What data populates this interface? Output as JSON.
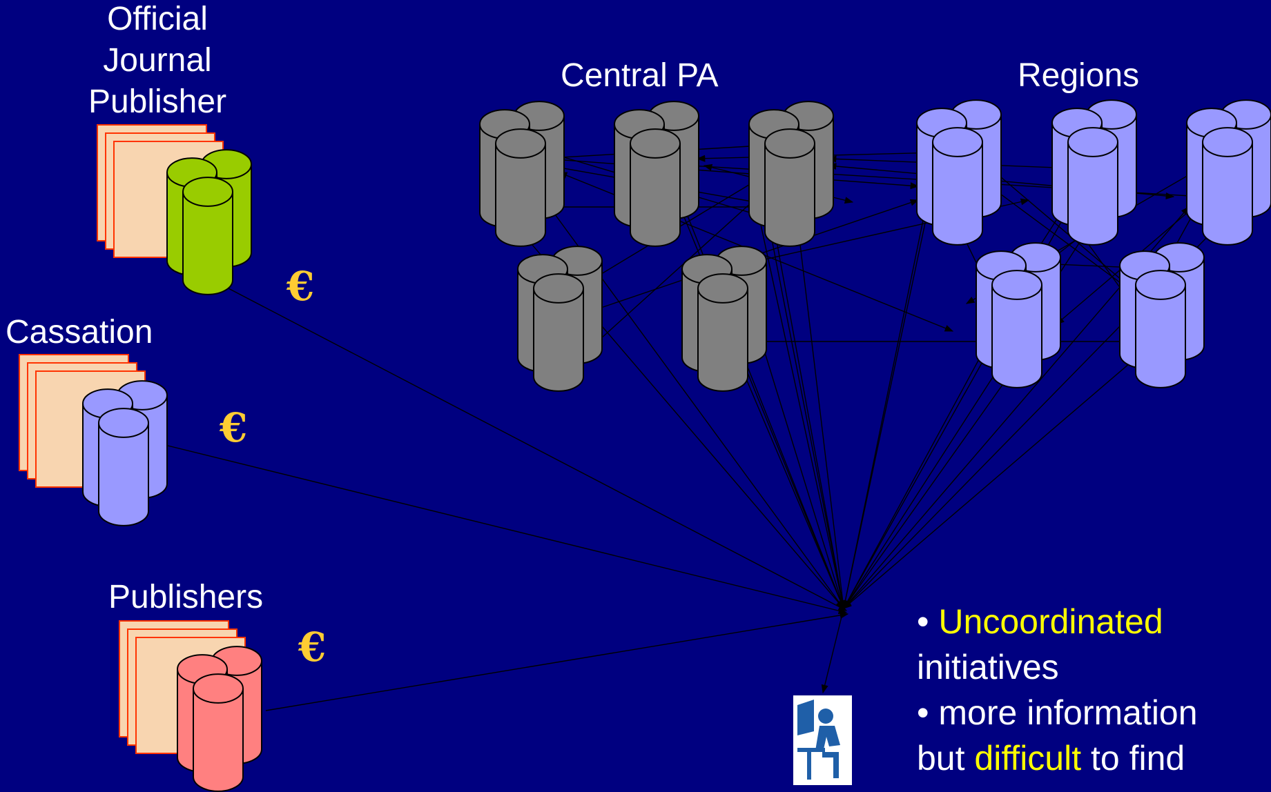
{
  "labels": {
    "official_journal": [
      "Official",
      "Journal",
      "Publisher"
    ],
    "cassation": "Cassation",
    "publishers": "Publishers",
    "central_pa": "Central PA",
    "regions": "Regions"
  },
  "euro_symbol": "€",
  "bullets": {
    "b1_bullet": "• ",
    "b1_highlight": "Uncoordinated",
    "b1_rest": "initiatives",
    "b2_text": "• more information",
    "b2_prefix": "but ",
    "b2_highlight": "difficult",
    "b2_suffix": " to find"
  },
  "colors": {
    "background": "#000080",
    "text": "#ffffff",
    "highlight": "#ffff00",
    "euro": "#ffcc33",
    "document_fill": "#f8d5b0",
    "document_border": "#ff3300",
    "db_green": "#99cc00",
    "db_periwinkle": "#9999ff",
    "db_gray": "#808080",
    "db_red": "#ff8080"
  },
  "icons": {
    "user": "person-at-computer-icon",
    "database": "database-cylinder-icon",
    "document": "document-stack-icon",
    "euro": "euro-sign-icon"
  }
}
